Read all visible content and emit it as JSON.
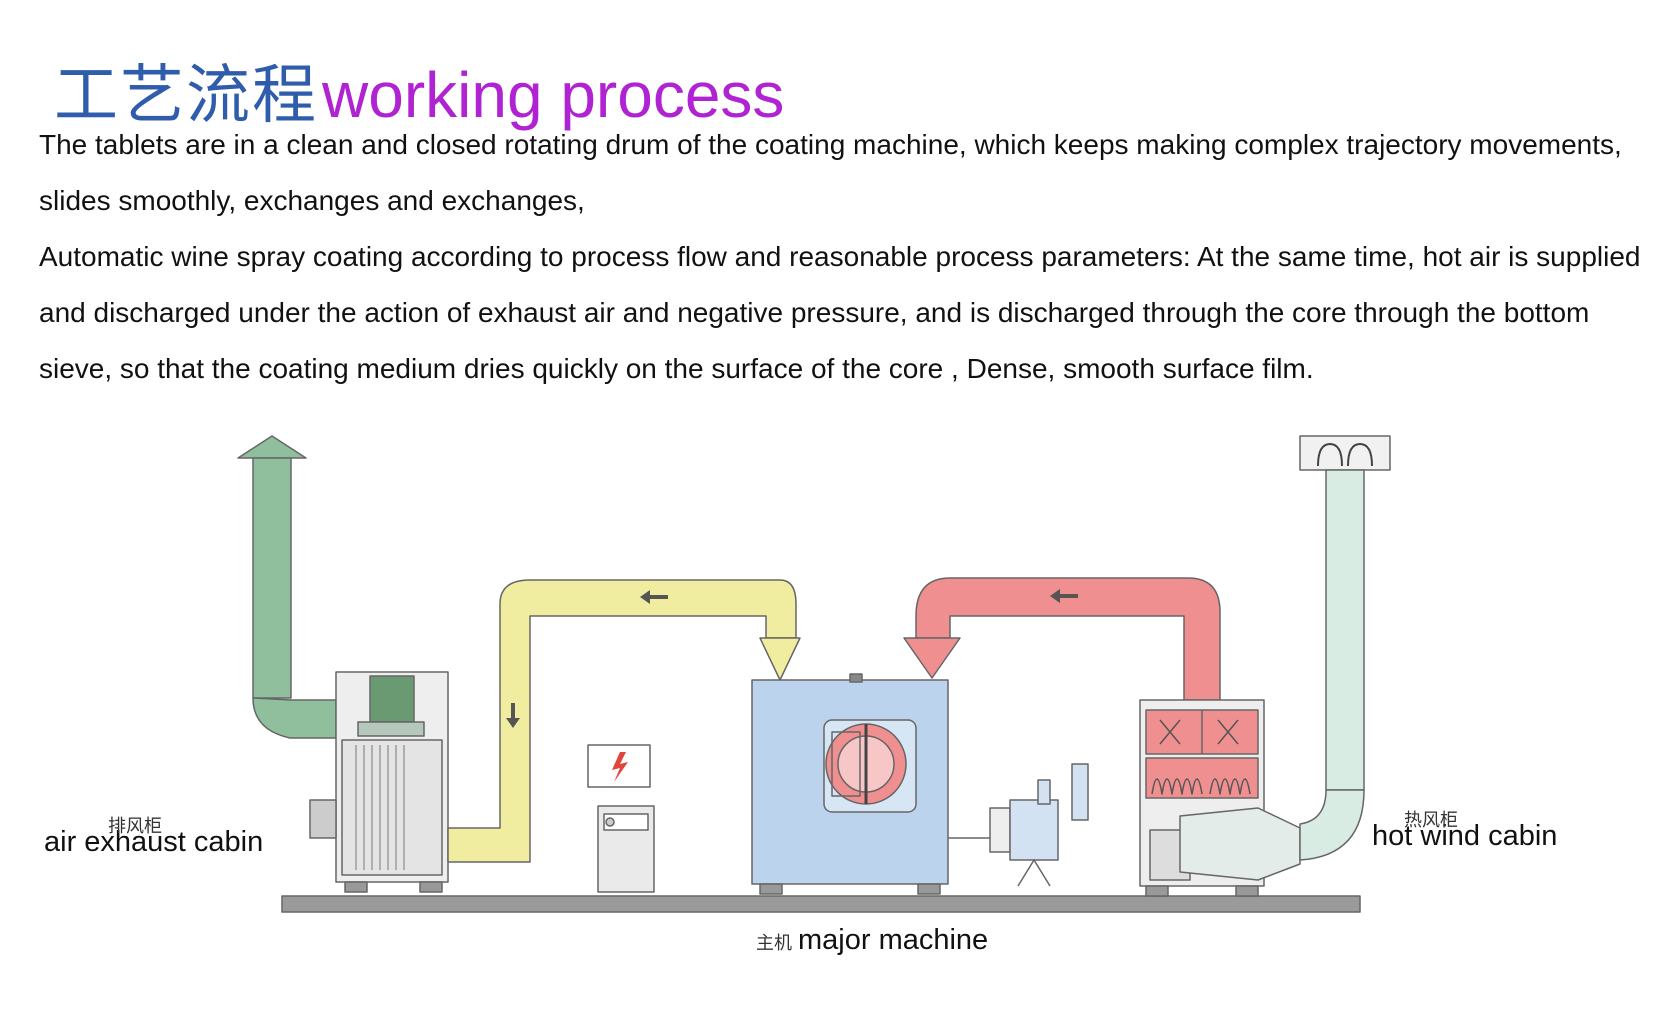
{
  "header": {
    "title_cn": "工艺流程",
    "title_en": "working process"
  },
  "intro": {
    "paragraph_1": "The tablets are in a clean and closed rotating drum of the coating machine, which keeps making complex trajectory movements, slides smoothly, exchanges and exchanges,",
    "paragraph_2": "Automatic wine spray coating according to process flow and reasonable process parameters: At the same time, hot air is supplied and discharged under the action of exhaust air and negative pressure, and is discharged through the core through the bottom sieve, so that the coating medium dries quickly on the surface of the core , Dense, smooth surface film."
  },
  "diagram": {
    "air_exhaust_cabin": {
      "zh": "排风柜",
      "en": "air exhaust cabin"
    },
    "hot_wind_cabin": {
      "zh": "热风柜",
      "en": "hot wind cabin"
    },
    "major_machine": {
      "zh": "主机",
      "en": "major machine"
    }
  },
  "colors": {
    "title_cn": "#2f5cab",
    "title_en": "#b023d2",
    "exhaust_duct": "#8fbf9c",
    "return_duct": "#f1eda0",
    "hot_duct": "#ef8f8f",
    "intake_duct": "#d9ece4",
    "machine_body": "#bcd3ee",
    "base_rail": "#9a9a9a"
  }
}
